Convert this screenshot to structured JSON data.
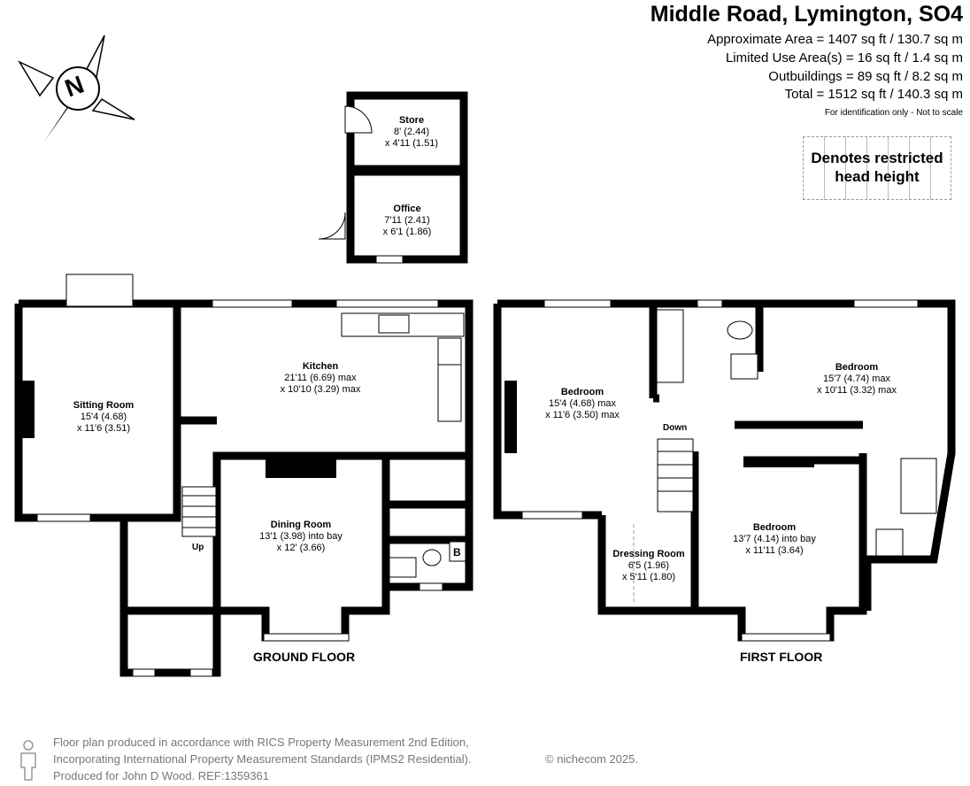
{
  "header": {
    "title": "Middle Road, Lymington, SO4",
    "areas": [
      "Approximate Area = 1407 sq ft / 130.7 sq m",
      "Limited Use Area(s) = 16 sq ft / 1.4 sq m",
      "Outbuildings = 89 sq ft / 8.2 sq m",
      "Total = 1512 sq ft / 140.3 sq m"
    ],
    "note": "For identification only - Not to scale"
  },
  "legend": {
    "line1": "Denotes restricted",
    "line2": "head height"
  },
  "compass": {
    "letter": "N"
  },
  "rooms": {
    "store": {
      "name": "Store",
      "dim1": "8' (2.44)",
      "dim2": "x 4'11 (1.51)"
    },
    "office": {
      "name": "Office",
      "dim1": "7'11 (2.41)",
      "dim2": "x 6'1 (1.86)"
    },
    "sitting": {
      "name": "Sitting Room",
      "dim1": "15'4 (4.68)",
      "dim2": "x 11'6 (3.51)"
    },
    "kitchen": {
      "name": "Kitchen",
      "dim1": "21'11 (6.69) max",
      "dim2": "x 10'10 (3.29) max"
    },
    "dining": {
      "name": "Dining Room",
      "dim1": "13'1 (3.98) into bay",
      "dim2": "x 12' (3.66)"
    },
    "bedroom1": {
      "name": "Bedroom",
      "dim1": "15'4 (4.68) max",
      "dim2": "x 11'6 (3.50) max"
    },
    "bedroom2": {
      "name": "Bedroom",
      "dim1": "15'7 (4.74) max",
      "dim2": "x 10'11 (3.32)  max"
    },
    "bedroom3": {
      "name": "Bedroom",
      "dim1": "13'7 (4.14) into bay",
      "dim2": "x 11'11 (3.64)"
    },
    "dressing": {
      "name": "Dressing Room",
      "dim1": "6'5 (1.96)",
      "dim2": "x 5'11 (1.80)"
    }
  },
  "labels": {
    "up": "Up",
    "down": "Down",
    "boiler": "B"
  },
  "floors": {
    "ground": "GROUND FLOOR",
    "first": "FIRST FLOOR"
  },
  "footer": {
    "line1": "Floor plan produced in accordance with RICS Property Measurement 2nd Edition,",
    "line2": "Incorporating International Property Measurement Standards (IPMS2 Residential).",
    "line3": "Produced for John D Wood.    REF:1359361",
    "copyright": "© nichecom 2025."
  }
}
